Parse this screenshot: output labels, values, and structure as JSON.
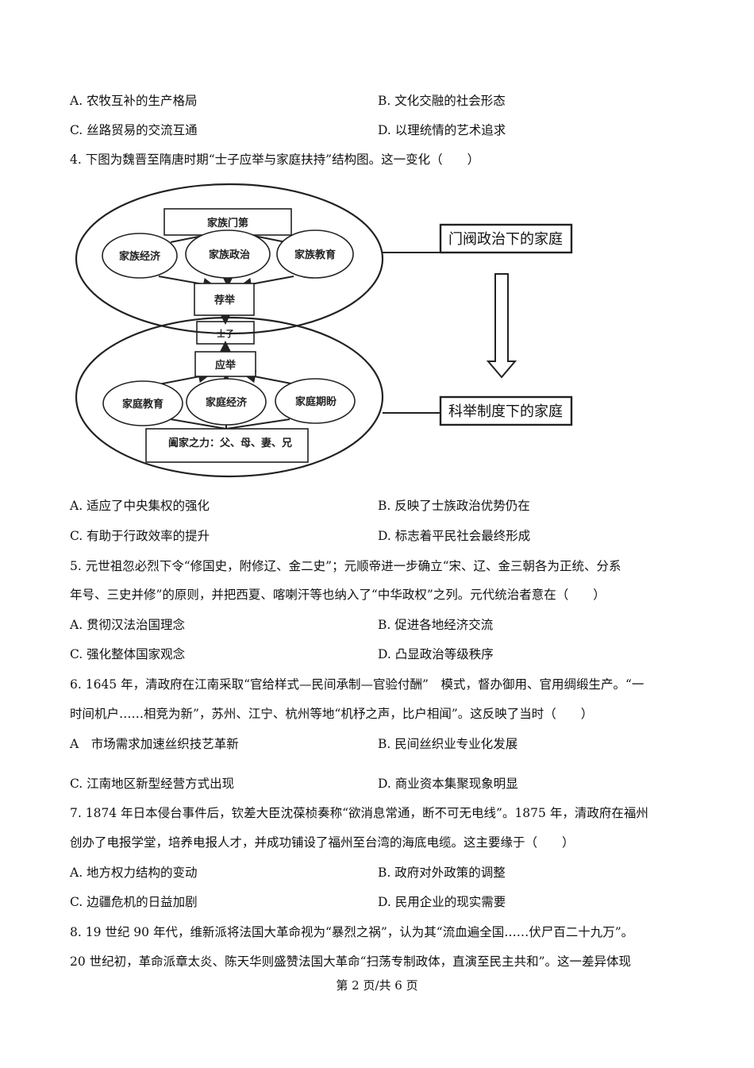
{
  "q3_options": {
    "A": "A. 农牧互补的生产格局",
    "B": "B. 文化交融的社会形态",
    "C": "C. 丝路贸易的交流互通",
    "D": "D. 以理统情的艺术追求"
  },
  "q4": {
    "stem": "4. 下图为魏晋至隋唐时期“士子应举与家庭扶持”结构图。这一变化（　　）",
    "diagram": {
      "top_box": "家族门第",
      "top_ellipses": [
        "家族经济",
        "家族政治",
        "家族教育"
      ],
      "recommend": "荐举",
      "scholar": "士子",
      "exam": "应举",
      "bottom_ellipses": [
        "家庭教育",
        "家庭经济",
        "家庭期盼"
      ],
      "bottom_box": "阖家之力：父、母、妻、兄",
      "label_top": "门阀政治下的家庭",
      "label_bottom": "科举制度下的家庭"
    },
    "options": {
      "A": "A. 适应了中央集权的强化",
      "B": "B. 反映了士族政治优势仍在",
      "C": "C. 有助于行政效率的提升",
      "D": "D. 标志着平民社会最终形成"
    }
  },
  "q5": {
    "line1": "5. 元世祖忽必烈下令“修国史，附修辽、金二史”；元顺帝进一步确立“宋、辽、金三朝各为正统、分系",
    "line2": "年号、三史并修”的原则，并把西夏、喀喇汗等也纳入了“中华政权”之列。元代统治者意在（　　）",
    "options": {
      "A": "A. 贯彻汉法治国理念",
      "B": "B. 促进各地经济交流",
      "C": "C. 强化整体国家观念",
      "D": "D. 凸显政治等级秩序"
    }
  },
  "q6": {
    "line1": "6. 1645 年，清政府在江南采取“官给样式—民间承制—官验付酬”　模式，督办御用、官用绸缎生产。“一",
    "line2": "时间机户……相竞为新”，苏州、江宁、杭州等地“机杼之声，比户相闻”。这反映了当时（　　）",
    "options": {
      "A": "A　市场需求加速丝织技艺革新",
      "B": "B. 民间丝织业专业化发展",
      "C": "C. 江南地区新型经营方式出现",
      "D": "D. 商业资本集聚现象明显"
    }
  },
  "q7": {
    "line1": "7. 1874 年日本侵台事件后，钦差大臣沈葆桢奏称“欲消息常通，断不可无电线”。1875 年，清政府在福州",
    "line2": "创办了电报学堂，培养电报人才，并成功铺设了福州至台湾的海底电缆。这主要缘于（　　）",
    "options": {
      "A": "A. 地方权力结构的变动",
      "B": "B. 政府对外政策的调整",
      "C": "C. 边疆危机的日益加剧",
      "D": "D. 民用企业的现实需要"
    }
  },
  "q8": {
    "line1": "8. 19 世纪 90 年代，维新派将法国大革命视为“暴烈之祸”，认为其“流血遍全国……伏尸百二十九万”。",
    "line2": "20 世纪初，革命派章太炎、陈天华则盛赞法国大革命“扫荡专制政体，直演至民主共和”。这一差异体现"
  },
  "footer": "第 2 页/共 6 页"
}
